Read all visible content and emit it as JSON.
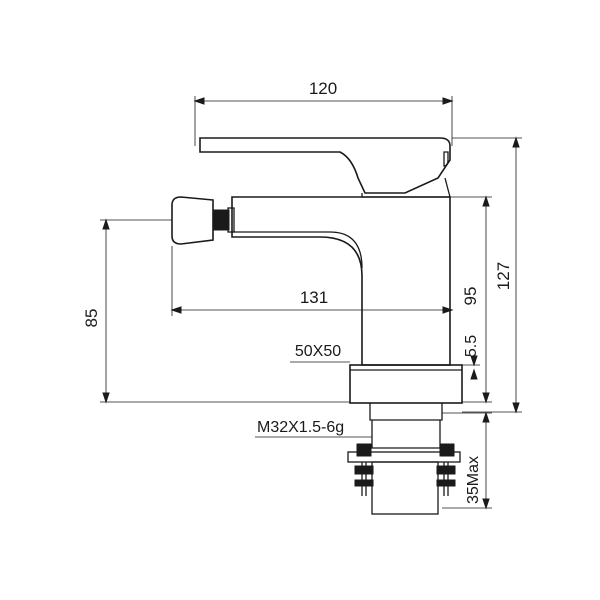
{
  "dimensions": {
    "top_width": "120",
    "spout_reach": "131",
    "body_height": "95",
    "overall_height": "127",
    "aerator_height": "85",
    "base_size": "50X50",
    "base_step": "5.5",
    "thread": "M32X1.5-6g",
    "deck_thickness": "35Max"
  },
  "colors": {
    "line": "#1a1a1a",
    "background": "#ffffff"
  }
}
